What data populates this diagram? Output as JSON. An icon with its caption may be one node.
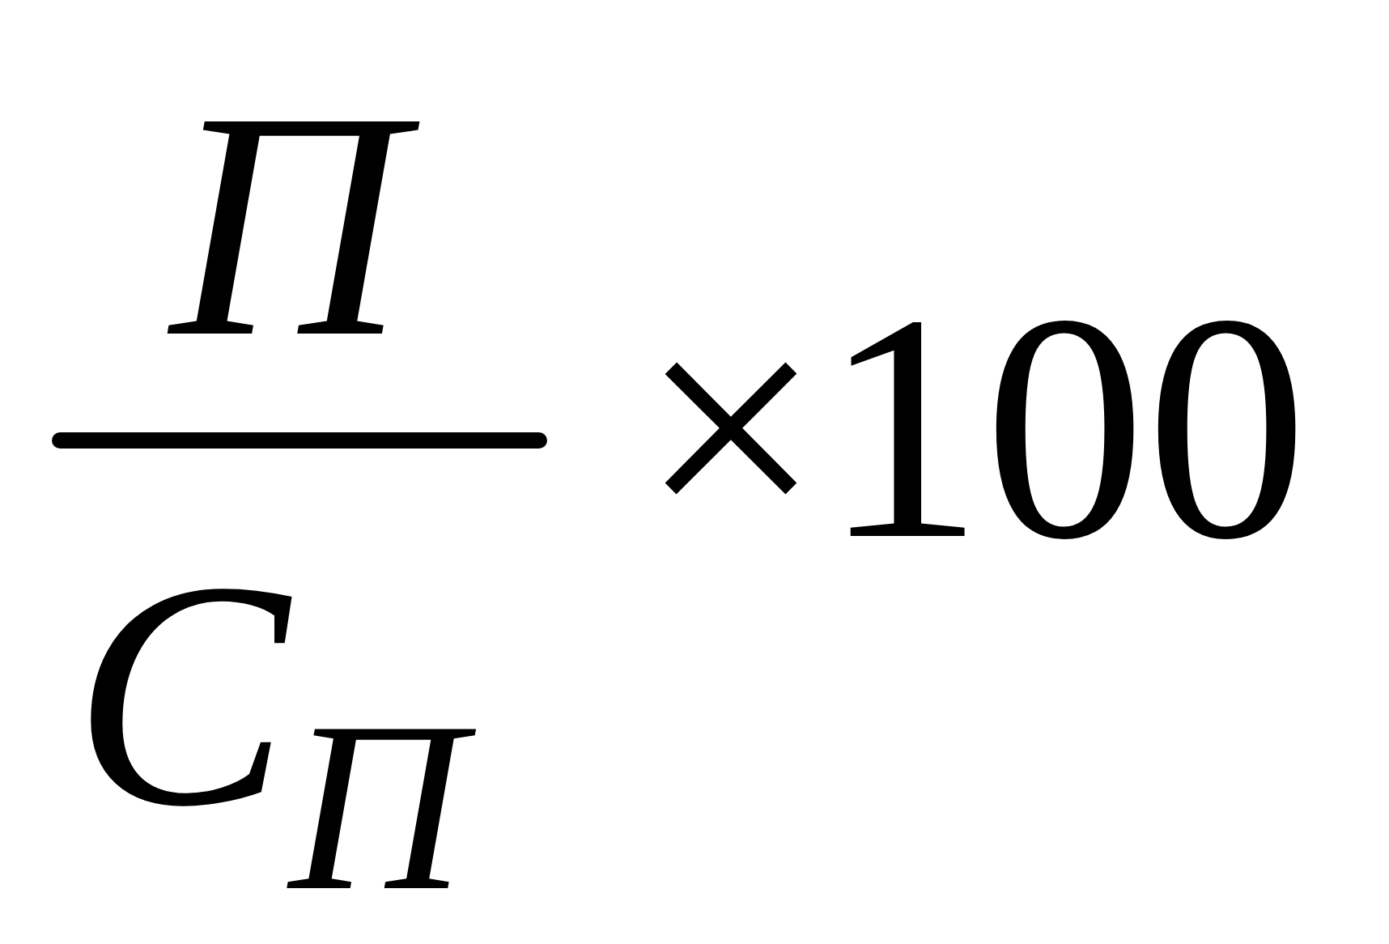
{
  "diagram": {
    "labels": [
      "П",
      "С$_{П}$",
      "×100"
    ]
  }
}
